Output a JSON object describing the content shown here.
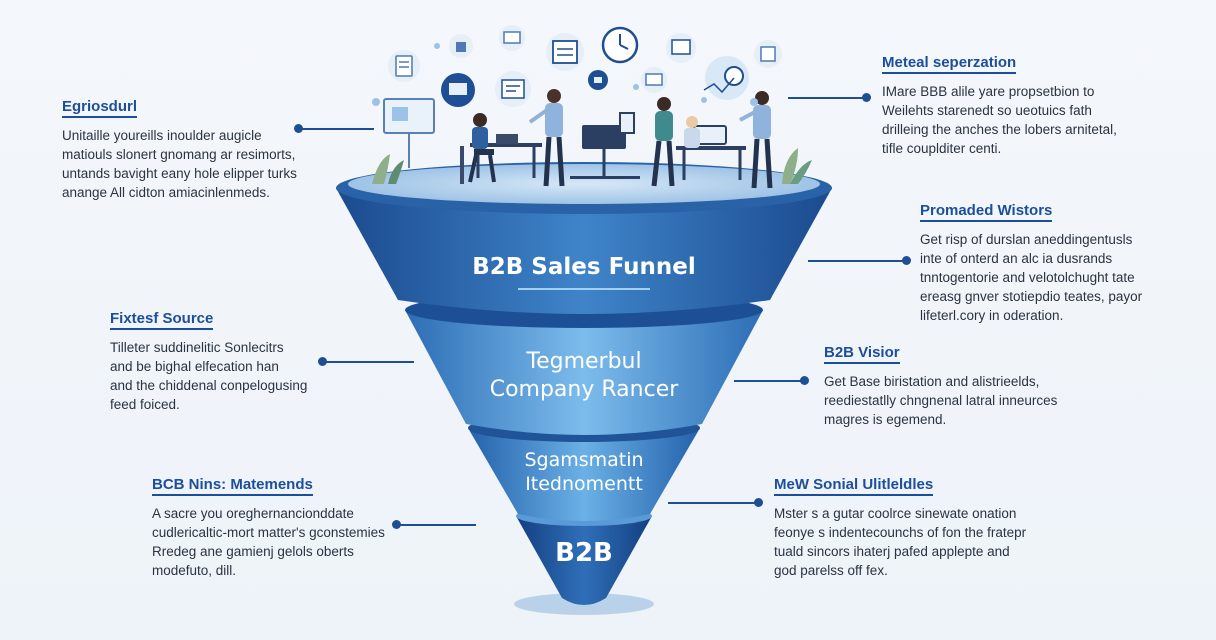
{
  "title": "B2B Sales Funnel",
  "funnel": {
    "level2": "Tegmerbul Company Rancer",
    "level3": "Sgamsmatin Itednomentt",
    "level4": "B2B"
  },
  "left": [
    {
      "heading": "Egriosdurl",
      "lines": [
        "Unitaille youreills inoulder augicle",
        "matiouls slonert gnomang ar resimorts,",
        "untands bavight eany hole elipper turks",
        "anange All cidton amiacinlenmeds."
      ]
    },
    {
      "heading": "Fixtesf Source",
      "lines": [
        "Tilleter suddinelitic Sonlecitrs",
        "and be bighal elfecation han",
        "and the chiddenal conpelogusing",
        "feed foiced."
      ]
    },
    {
      "heading": "BCB Nins: Matemends",
      "lines": [
        "A sacre you oreghernancionddate",
        "cudlericaltic-mort matter's gconstemies",
        "Rredeg ane gamienj gelols oberts",
        "modefuto, dill."
      ]
    }
  ],
  "right": [
    {
      "heading": "Meteal seperzation",
      "lines": [
        "IMare BBB alile yare propsetbion to",
        "Weilehts starenedt so ueotuics fath",
        "drilleing the anches the lobers arnitetal,",
        "tifle couplditer centi."
      ]
    },
    {
      "heading": "Promaded Wistors",
      "lines": [
        "Get risp of durslan aneddingentusls",
        "inte of onterd an alc ia dusrands",
        "tnntogentorie and velotolchught tate",
        "ereasg gnver stotiepdio teates, payor",
        "lifeterl.cory in oderation."
      ]
    },
    {
      "heading": "B2B Visior",
      "lines": [
        "Get Base biristation and alistrieelds,",
        "reediestatlly chngnenal latral inneurces",
        "magres is egemend."
      ]
    },
    {
      "heading": "MeW Sonial Ulitleldles",
      "lines": [
        "Mster s a gutar coolrce sinewate onation",
        "feonye s indentecounchs of fon the fratepr",
        "tuald sincors ihaterj pafed applepte and",
        "god parelss off fex."
      ]
    }
  ],
  "colors": {
    "accent": "#1b4f9c",
    "funnel_dark": "#1d4f96",
    "funnel_mid": "#3a7cc4",
    "funnel_light": "#6fb0e4"
  },
  "icons": [
    "chart-icon",
    "calendar-icon",
    "clock-icon",
    "presentation-icon",
    "monitor-icon",
    "email-icon",
    "document-icon",
    "analytics-icon",
    "team-icon",
    "plant-icon"
  ]
}
